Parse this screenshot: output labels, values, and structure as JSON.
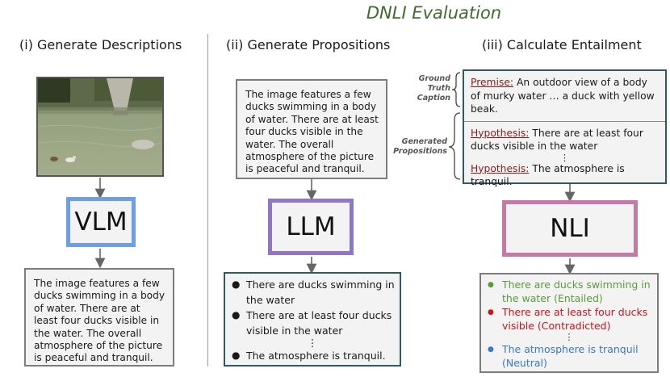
{
  "title": "DNLI Evaluation",
  "columns": [
    {
      "heading": "(i) Generate Descriptions"
    },
    {
      "heading": "(ii) Generate Propositions"
    },
    {
      "heading": "(iii) Calculate Entailment"
    }
  ],
  "col1": {
    "model": "VLM",
    "description": "The image features a few ducks swimming in a body of water. There are at least four ducks visible in the water. The overall atmosphere of the picture is peaceful and tranquil."
  },
  "col2": {
    "input_text": "The image features a few ducks swimming in a body of water. There are at least four ducks visible in the water. The overall atmosphere of the picture is peaceful and tranquil.",
    "model": "LLM",
    "propositions": [
      "There are ducks swimming in the water",
      "There are at least four ducks visible in the water",
      "The atmosphere is tranquil."
    ],
    "ellipsis": "⋮"
  },
  "col3": {
    "label_caption": "Ground Truth Caption",
    "label_props": "Generated Propositions",
    "premise_label": "Premise:",
    "premise_text": "An outdoor view of a body of murky water … a duck with yellow beak.",
    "hypothesis_label": "Hypothesis:",
    "hypothesis_1": "There are at least four ducks visible in the water",
    "hypothesis_2": "The atmosphere is tranquil.",
    "ellipsis": "⋮",
    "model": "NLI",
    "results": [
      {
        "text": "There are ducks swimming in the water (Entailed)",
        "color": "#5a9a3c"
      },
      {
        "text": "There are at least four ducks visible (Contradicted)",
        "color": "#c8161d"
      },
      {
        "text": "The atmosphere is tranquil (Neutral)",
        "color": "#3b78c4"
      }
    ]
  },
  "colors": {
    "title": "#3f6b2f",
    "vlm_border": "#6e9fe6",
    "llm_border": "#8e77c6",
    "nli_border": "#c57aa6",
    "teal_border": "#2e5a63",
    "arrow": "#666666"
  }
}
